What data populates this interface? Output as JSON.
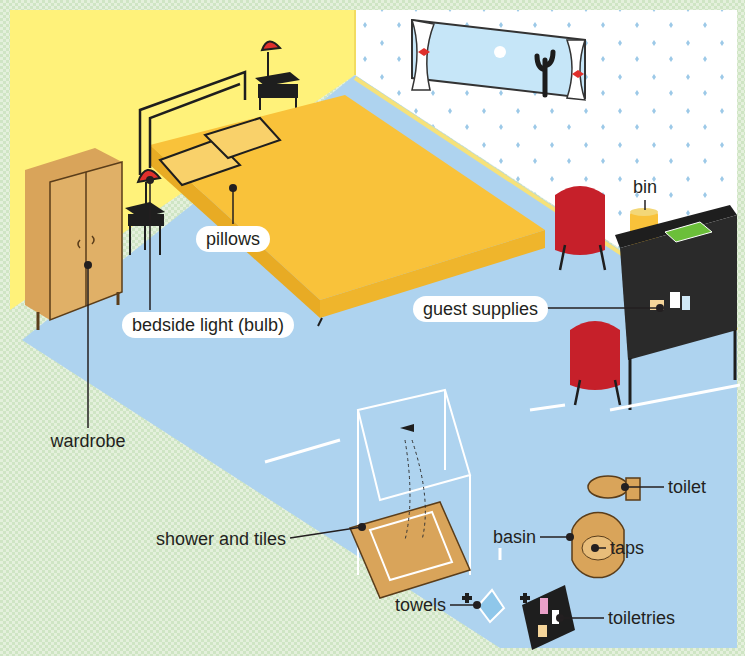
{
  "diagram": {
    "nodes": [
      {
        "text": [
          "pillows"
        ]
      },
      {
        "text": [
          "guest supplies"
        ]
      },
      {
        "text": [
          "bedside light (bulb)"
        ]
      }
    ],
    "labels": [
      "bin",
      "wardrobe",
      "shower and tiles",
      "toilet",
      "basin",
      "taps",
      "towels",
      "toiletries"
    ]
  }
}
